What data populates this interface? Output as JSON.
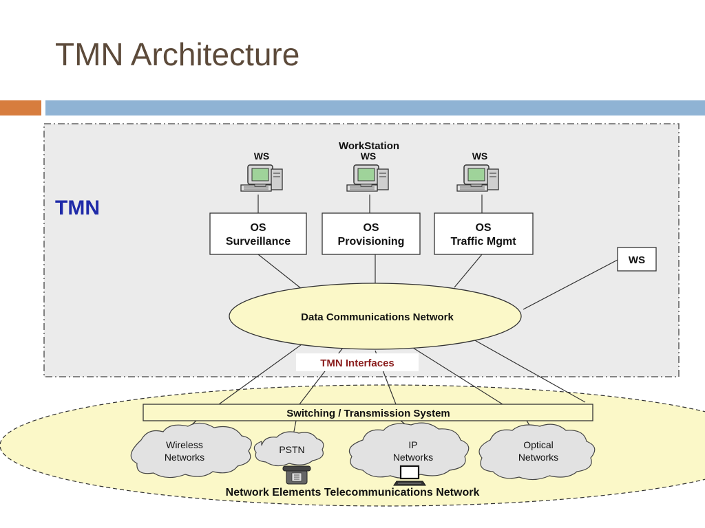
{
  "slide": {
    "title": "TMN Architecture"
  },
  "colors": {
    "accent_bar": "#d77d3e",
    "main_bar": "#8fb3d4",
    "tmn_label": "#1f2aa8",
    "interfaces_label": "#8a1c1c",
    "ellipse_fill": "#fbf8c8"
  },
  "diagram": {
    "tmn_label": "TMN",
    "workstation_header": "WorkStation",
    "ws_labels": [
      "WS",
      "WS",
      "WS"
    ],
    "os_boxes": [
      {
        "line1": "OS",
        "line2": "Surveillance"
      },
      {
        "line1": "OS",
        "line2": "Provisioning"
      },
      {
        "line1": "OS",
        "line2": "Traffic Mgmt"
      }
    ],
    "ws_box": "WS",
    "dcn": "Data Communications Network",
    "interfaces": "TMN Interfaces",
    "switching": "Switching / Transmission System",
    "clouds": [
      {
        "line1": "Wireless",
        "line2": "Networks"
      },
      {
        "line1": "PSTN",
        "line2": ""
      },
      {
        "line1": "IP",
        "line2": "Networks"
      },
      {
        "line1": "Optical",
        "line2": "Networks"
      }
    ],
    "bottom_label": "Network Elements Telecommunications Network"
  }
}
